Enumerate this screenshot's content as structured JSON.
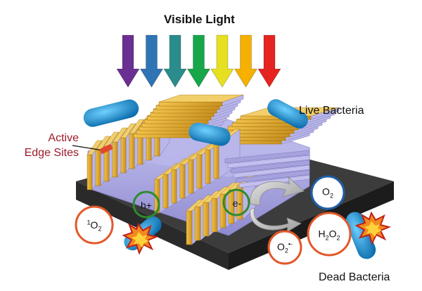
{
  "title": "Visible Light",
  "labels": {
    "live_bacteria": "Live Bacteria",
    "dead_bacteria": "Dead Bacteria",
    "active_edge_line1": "Active",
    "active_edge_line2": "Edge Sites"
  },
  "species": {
    "hole": "h+",
    "electron": "e-",
    "oxygen": "O2",
    "peroxide": "H2O2",
    "superoxide": "O2•-",
    "singlet_oxygen": "1O2"
  },
  "colors": {
    "spectrum": [
      "#6a2f93",
      "#2f74b5",
      "#2a8c8c",
      "#17a64a",
      "#e6e020",
      "#f5b000",
      "#e52421"
    ],
    "substrate": "#333333",
    "flake_gold": "#e0a82e",
    "flake_lavender": "#a9a6e0",
    "bacteria": "#1f9ad6",
    "hole_ring": "#2e8b2e",
    "oxygen_ring": "#1f5fa8",
    "ros_ring": "#e2582a",
    "active_text": "#9b1b2a"
  },
  "icons": [
    "down-arrow-icon",
    "explosion-icon",
    "curved-arrow-icon",
    "bacteria-icon"
  ]
}
